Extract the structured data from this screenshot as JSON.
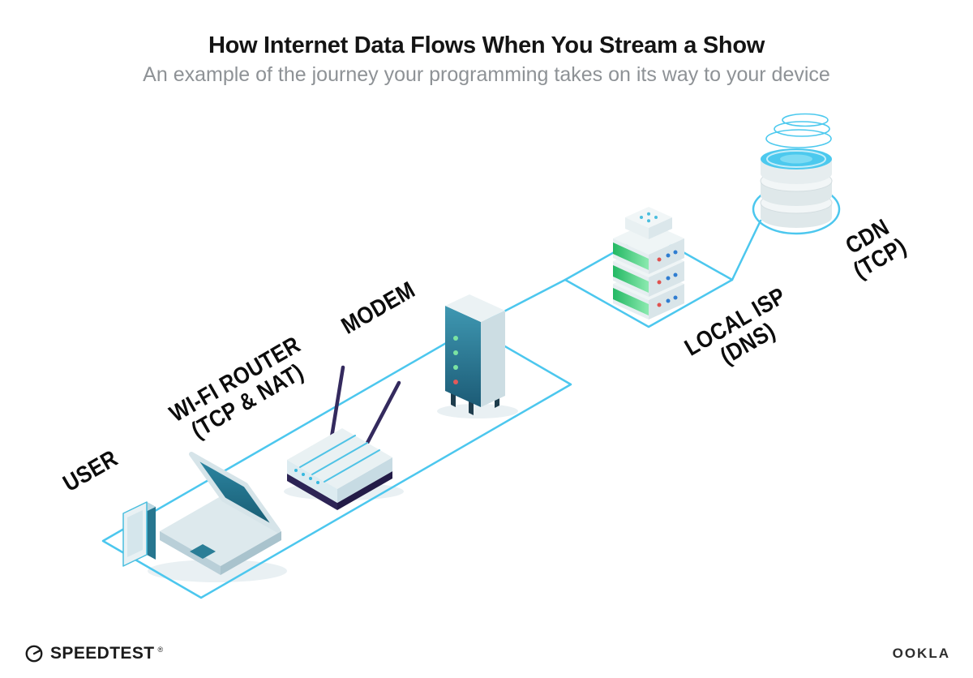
{
  "header": {
    "title": "How Internet Data Flows When You Stream a Show",
    "subtitle": "An example of the journey your programming takes on its way to your device"
  },
  "diagram": {
    "nodes": [
      {
        "id": "user",
        "label": "USER",
        "sublabel": "",
        "device": "smartphone-and-laptop"
      },
      {
        "id": "wifi-router",
        "label": "WI-FI ROUTER",
        "sublabel": "(TCP & NAT)",
        "device": "wireless-router"
      },
      {
        "id": "modem",
        "label": "MODEM",
        "sublabel": "",
        "device": "modem-tower"
      },
      {
        "id": "local-isp",
        "label": "LOCAL ISP",
        "sublabel": "(DNS)",
        "device": "server-rack"
      },
      {
        "id": "cdn",
        "label": "CDN",
        "sublabel": "(TCP)",
        "device": "database-cylinders"
      }
    ],
    "colors": {
      "connector": "#4cc7ee",
      "teal_dark": "#1f6d89",
      "teal_accent": "#35b8df",
      "device_light": "#e7eff2",
      "navy": "#2d2455",
      "led_green": "#7be3a2",
      "stripe_green": "#23b863",
      "led_red": "#e0524f",
      "dot_blue": "#2f7dd1"
    }
  },
  "footer": {
    "speedtest_label": "SPEEDTEST",
    "speedtest_mark": "®",
    "ookla_label": "OOKLA"
  }
}
